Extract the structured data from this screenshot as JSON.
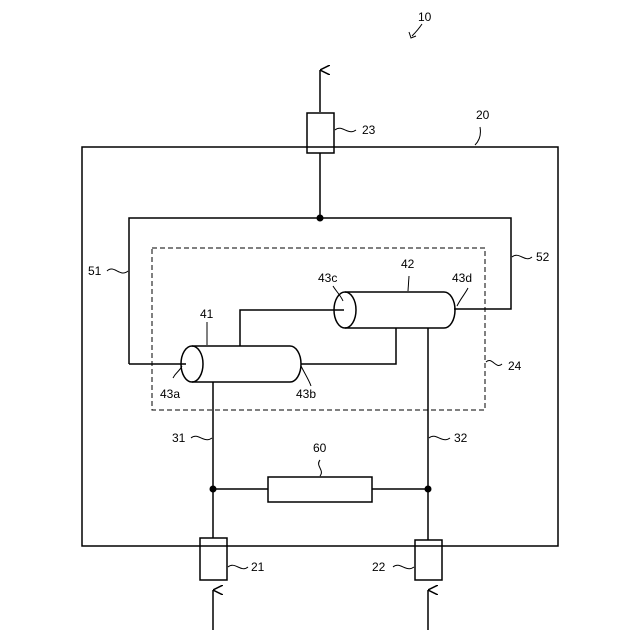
{
  "labels": {
    "system": "10",
    "housing": "20",
    "port_in_1": "21",
    "port_in_2": "22",
    "port_out": "23",
    "module_group": "24",
    "line_in_1": "31",
    "line_in_2": "32",
    "tube_1": "41",
    "tube_2": "42",
    "tube_1_end_a": "43a",
    "tube_1_end_b": "43b",
    "tube_2_end_c": "43c",
    "tube_2_end_d": "43d",
    "line_out_1": "51",
    "line_out_2": "52",
    "bypass_element": "60"
  }
}
